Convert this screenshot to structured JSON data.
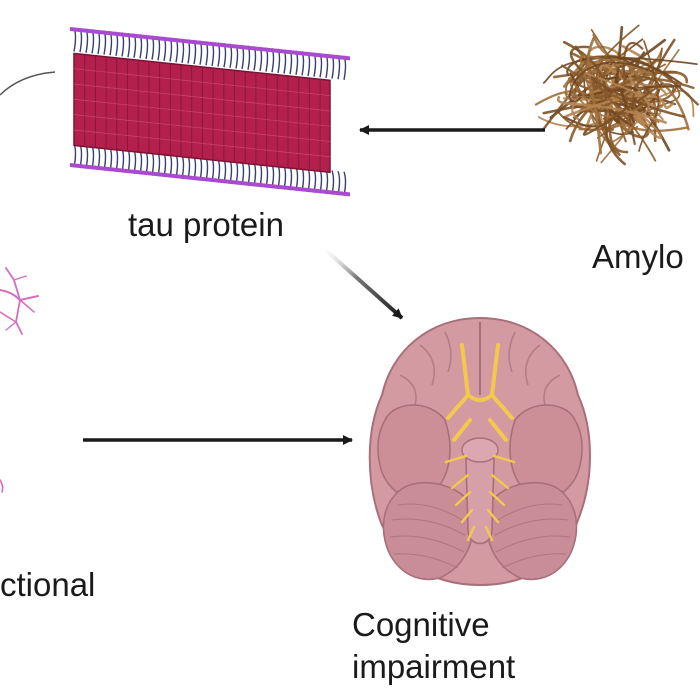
{
  "diagram": {
    "labels": {
      "tau": "tau protein",
      "amyloid": "Amylo",
      "functional": "ctional",
      "cognitive_line1": "Cognitive",
      "cognitive_line2": "impairment"
    },
    "colors": {
      "tau_body": "#b3204d",
      "tau_accent": "#a94ad0",
      "amyloid_fiber": "#8a5a2b",
      "brain_fill": "#d49aa2",
      "brain_outline": "#a86f7a",
      "nerve_yellow": "#f2c94c",
      "dendrite": "#d46fc0",
      "arrow": "#1a1a1a"
    },
    "icons": [
      "tau-fibril-icon",
      "amyloid-tangle-icon",
      "brain-underside-icon",
      "neuron-fragment-icon"
    ]
  }
}
